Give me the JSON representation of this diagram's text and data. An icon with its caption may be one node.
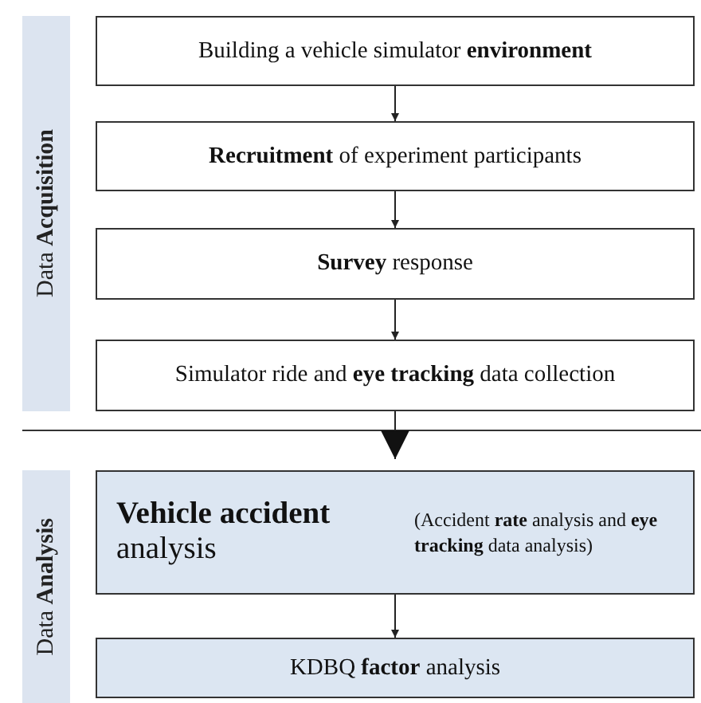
{
  "diagram": {
    "nodes": [
      {
        "text": [
          "Data **Acquisition**"
        ]
      },
      {
        "text": [
          "Building a vehicle simulator **environment**"
        ]
      },
      {
        "text": [
          "**Recruitment** of experiment participants"
        ]
      },
      {
        "text": [
          "**Survey** response"
        ]
      },
      {
        "text": [
          "Simulator ride and **eye tracking** data collection"
        ]
      },
      {
        "text": [
          "Data **Analysis**"
        ]
      },
      {
        "text": [
          "**Vehicle accident** analysis",
          "(Accident **rate** analysis and **eye tracking** data analysis)"
        ]
      },
      {
        "text": [
          "KDBQ **factor** analysis"
        ]
      }
    ],
    "edges": [
      {
        "from": 1,
        "to": 2,
        "arrow": "to"
      },
      {
        "from": 2,
        "to": 3,
        "arrow": "to"
      },
      {
        "from": 3,
        "to": 4,
        "arrow": "to"
      },
      {
        "from": 4,
        "to": 6,
        "arrow": "to"
      },
      {
        "from": 6,
        "to": 7,
        "arrow": "to"
      }
    ]
  }
}
